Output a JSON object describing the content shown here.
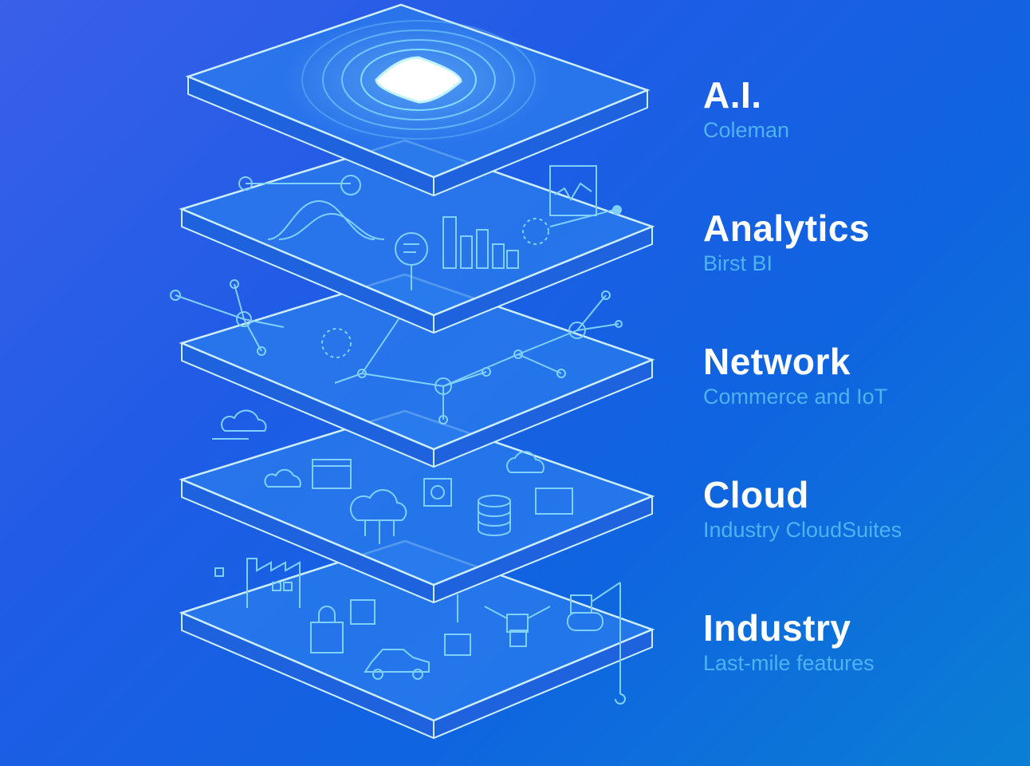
{
  "colors": {
    "outline": "#cdeefc",
    "icon_line": "#7fd0fb",
    "plate_top": "#2b7cec",
    "plate_side": "#1f62de",
    "title": "#ffffff",
    "subtitle": "#4fb2f2"
  },
  "layers": [
    {
      "title": "A.I.",
      "subtitle": "Coleman",
      "icon": "ai-chip-icon"
    },
    {
      "title": "Analytics",
      "subtitle": "Birst BI",
      "icon": "charts-icon"
    },
    {
      "title": "Network",
      "subtitle": "Commerce and IoT",
      "icon": "network-graph-icon"
    },
    {
      "title": "Cloud",
      "subtitle": "Industry CloudSuites",
      "icon": "cloud-database-icon"
    },
    {
      "title": "Industry",
      "subtitle": "Last-mile features",
      "icon": "factory-icon"
    }
  ]
}
